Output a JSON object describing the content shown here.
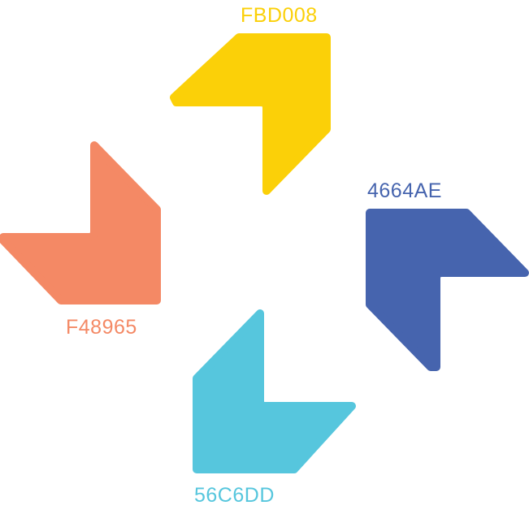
{
  "swatches": [
    {
      "id": "yellow",
      "label": "FBD008",
      "color": "#FBD008"
    },
    {
      "id": "blue",
      "label": "4664AE",
      "color": "#4664AE"
    },
    {
      "id": "orange",
      "label": "F48965",
      "color": "#F48965"
    },
    {
      "id": "cyan",
      "label": "56C6DD",
      "color": "#56C6DD"
    }
  ]
}
